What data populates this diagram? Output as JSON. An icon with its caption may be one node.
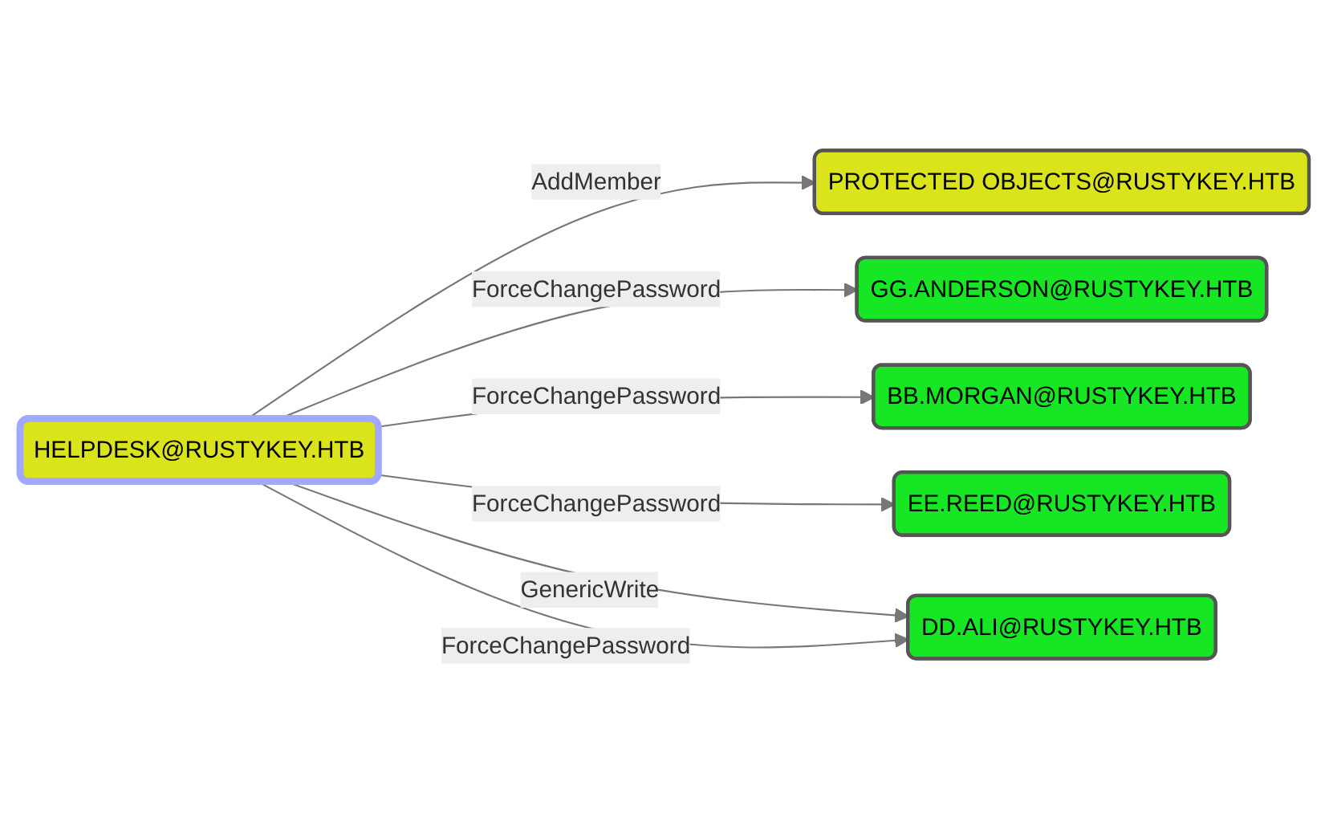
{
  "diagram": {
    "nodes": [
      {
        "text": [
          "HELPDESK@RUSTYKEY.HTB"
        ]
      },
      {
        "text": [
          "PROTECTED OBJECTS@RUSTYKEY.HTB"
        ]
      },
      {
        "text": [
          "GG.ANDERSON@RUSTYKEY.HTB"
        ]
      },
      {
        "text": [
          "BB.MORGAN@RUSTYKEY.HTB"
        ]
      },
      {
        "text": [
          "EE.REED@RUSTYKEY.HTB"
        ]
      },
      {
        "text": [
          "DD.ALI@RUSTYKEY.HTB"
        ]
      }
    ],
    "edges": [
      {
        "from": 0,
        "to": 1,
        "arrow": "to",
        "label": "AddMember"
      },
      {
        "from": 0,
        "to": 2,
        "arrow": "to",
        "label": "ForceChangePassword"
      },
      {
        "from": 0,
        "to": 3,
        "arrow": "to",
        "label": "ForceChangePassword"
      },
      {
        "from": 0,
        "to": 4,
        "arrow": "to",
        "label": "ForceChangePassword"
      },
      {
        "from": 0,
        "to": 5,
        "arrow": "to",
        "label": "GenericWrite"
      },
      {
        "from": 0,
        "to": 5,
        "arrow": "to",
        "label": "ForceChangePassword"
      }
    ]
  }
}
